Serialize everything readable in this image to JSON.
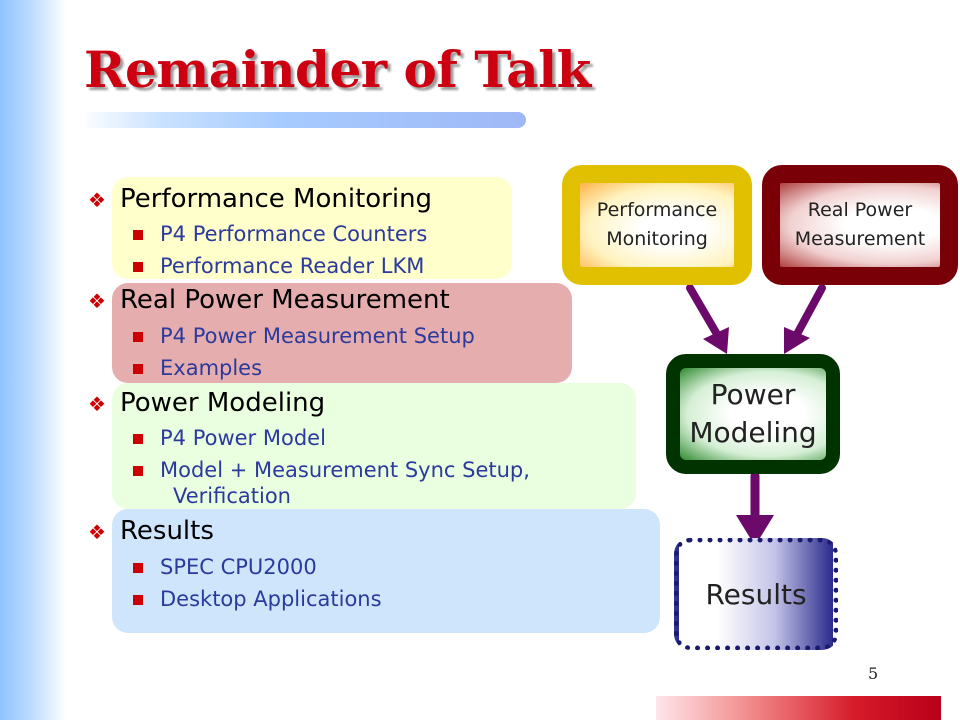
{
  "slide": {
    "title": "Remainder of Talk",
    "page_number": "5"
  },
  "outline": [
    {
      "title": "Performance Monitoring",
      "items": [
        "P4 Performance Counters",
        "Performance Reader LKM"
      ]
    },
    {
      "title": "Real Power Measurement",
      "items": [
        "P4 Power Measurement Setup",
        "Examples"
      ]
    },
    {
      "title": "Power Modeling",
      "items": [
        "P4 Power Model",
        "Model + Measurement Sync Setup,",
        "Verification"
      ]
    },
    {
      "title": "Results",
      "items": [
        "SPEC CPU2000",
        "Desktop Applications"
      ]
    }
  ],
  "diagram": {
    "performance_monitoring": [
      "Performance",
      "Monitoring"
    ],
    "real_power_measurement": [
      "Real Power",
      "Measurement"
    ],
    "power_modeling": [
      "Power",
      "Modeling"
    ],
    "results": "Results"
  },
  "colors": {
    "title": "#cc0011",
    "bullet": "#cc0000",
    "sub_item_text": "#2b3a9c",
    "arrow": "#6b0a6b",
    "panel_performance": "#ffffcc",
    "panel_real_power": "#e5adad",
    "panel_power_modeling": "#e9ffdf",
    "panel_results": "#cfe5fb"
  }
}
